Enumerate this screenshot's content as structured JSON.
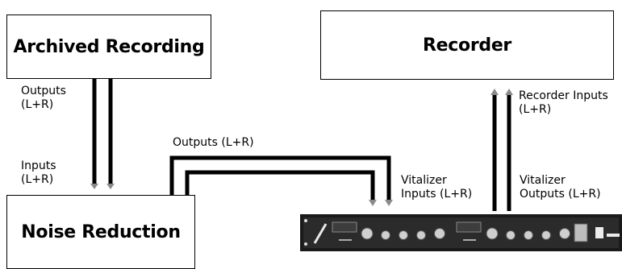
{
  "nodes": {
    "archived": "Archived Recording",
    "recorder": "Recorder",
    "noise": "Noise Reduction"
  },
  "labels": {
    "archived_outputs": [
      "Outputs",
      "(L+R)"
    ],
    "noise_inputs": [
      "Inputs",
      "(L+R)"
    ],
    "noise_outputs": "Outputs (L+R)",
    "recorder_inputs": [
      "Recorder Inputs",
      "(L+R)"
    ],
    "vitalizer_inputs": [
      "Vitalizer",
      "Inputs (L+R)"
    ],
    "vitalizer_outputs": [
      "Vitalizer",
      "Outputs (L+R)"
    ]
  },
  "colors": {
    "line": "#000000",
    "arrow": "#8a8a8a",
    "device": "#1a1a1a"
  }
}
